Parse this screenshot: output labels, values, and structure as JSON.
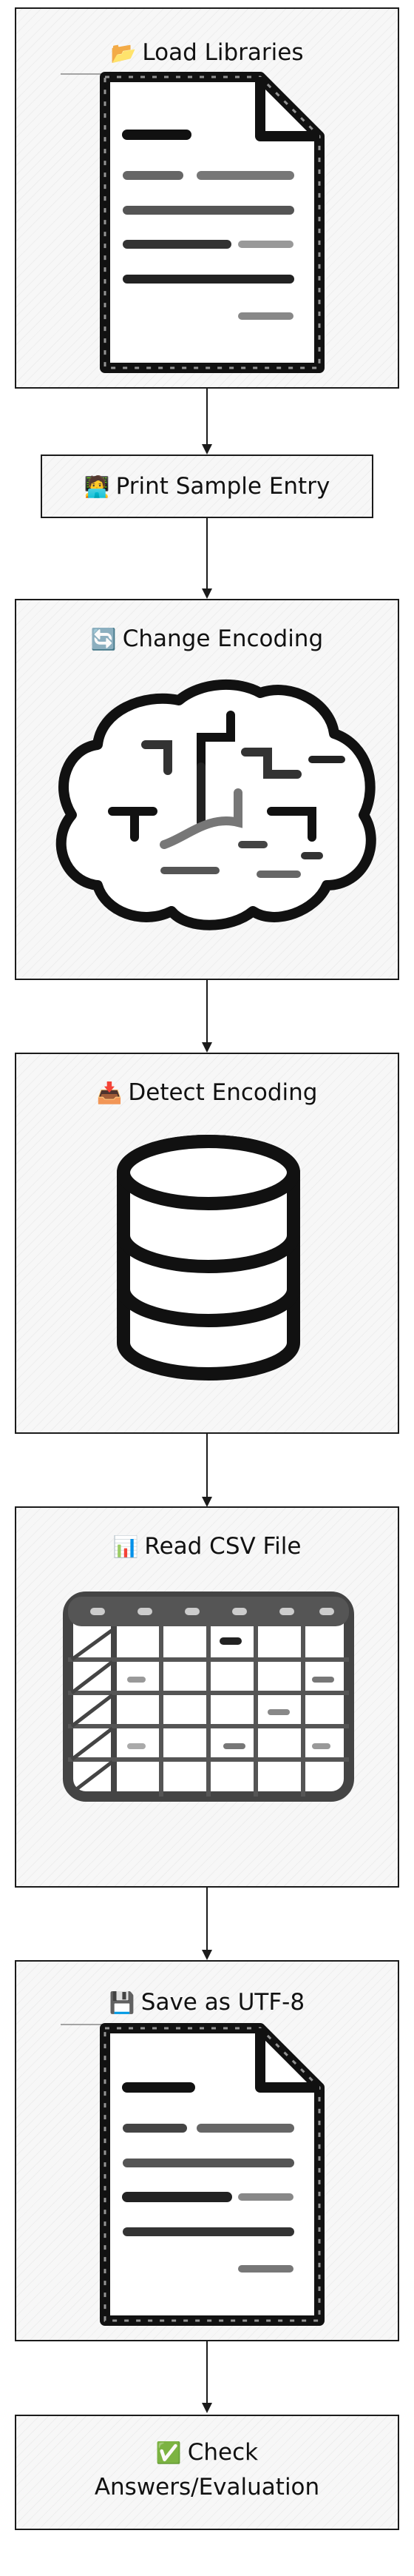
{
  "nodes": [
    {
      "emoji": "📂",
      "label": "Load Libraries",
      "icon": "document-icon"
    },
    {
      "emoji": "🧑‍💻",
      "label": "Print Sample Entry"
    },
    {
      "emoji": "🔄",
      "label": "Change Encoding",
      "icon": "brain-icon"
    },
    {
      "emoji": "📥",
      "label": "Detect Encoding",
      "icon": "database-icon"
    },
    {
      "emoji": "📊",
      "label": "Read CSV File",
      "icon": "table-grid-icon"
    },
    {
      "emoji": "💾",
      "label": "Save as UTF-8",
      "icon": "document-icon"
    },
    {
      "emoji": "✅",
      "label_line1": "Check",
      "label_line2": "Answers/Evaluation"
    }
  ],
  "colors": {
    "stroke": "#1b1b1b",
    "fill": "#f7f7f7"
  }
}
